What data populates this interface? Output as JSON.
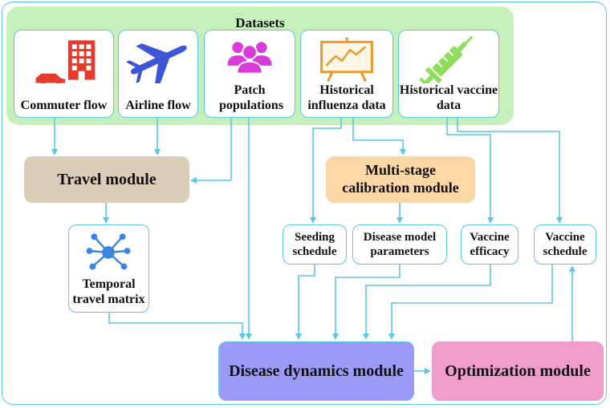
{
  "datasets": {
    "title": "Datasets",
    "items": [
      {
        "label": "Commuter flow"
      },
      {
        "label": "Airline flow"
      },
      {
        "label": "Patch populations"
      },
      {
        "label": "Historical influenza data"
      },
      {
        "label": "Historical vaccine data"
      }
    ]
  },
  "modules": {
    "travel": "Travel module",
    "calibration": "Multi-stage calibration module",
    "disease": "Disease dynamics module",
    "optimization": "Optimization module"
  },
  "outputs": {
    "travel_matrix": "Temporal travel matrix",
    "seeding": "Seeding schedule",
    "disease_params": "Disease model parameters",
    "vaccine_efficacy": "Vaccine efficacy",
    "vaccine_schedule": "Vaccine schedule"
  },
  "colors": {
    "arrow": "#5cc6e6",
    "datasets_bg": "#c5f0bb",
    "travel": "#dccdb8",
    "calibration": "#fbd7a6",
    "disease": "#9b9bf7",
    "optimization": "#f09ccd"
  }
}
